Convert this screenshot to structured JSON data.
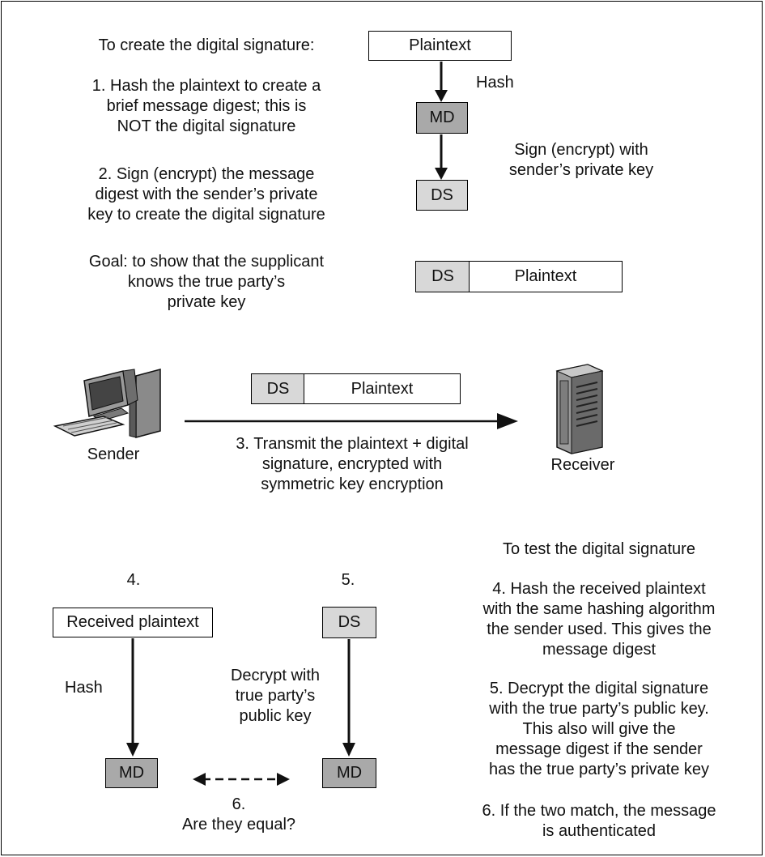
{
  "top": {
    "heading": "To create the digital signature:",
    "step1": [
      "1. Hash the plaintext to create a",
      "brief message digest; this is",
      "NOT the digital signature"
    ],
    "step2": [
      "2. Sign (encrypt) the message",
      "digest with the sender’s private",
      "key to create the digital signature"
    ],
    "goal": [
      "Goal: to show that the supplicant",
      "knows the true party’s",
      "private key"
    ],
    "plaintext_box": "Plaintext",
    "hash_label": "Hash",
    "md_box": "MD",
    "sign_label": [
      "Sign (encrypt) with",
      "sender’s private key"
    ],
    "ds_box": "DS",
    "bundle_ds": "DS",
    "bundle_plaintext": "Plaintext"
  },
  "middle": {
    "bundle_ds": "DS",
    "bundle_plaintext": "Plaintext",
    "sender_label": "Sender",
    "receiver_label": "Receiver",
    "step3": [
      "3. Transmit the plaintext + digital",
      "signature, encrypted with",
      "symmetric key encryption"
    ]
  },
  "bottom": {
    "num4": "4.",
    "num5": "5.",
    "received_box": "Received plaintext",
    "hash_label": "Hash",
    "md_left": "MD",
    "ds_box": "DS",
    "decrypt_label": [
      "Decrypt with",
      "true party’s",
      "public key"
    ],
    "md_right": "MD",
    "step6_num": "6.",
    "step6_q": "Are they equal?",
    "test_heading": "To test the digital signature",
    "test4": [
      "4. Hash the received plaintext",
      "with the same hashing algorithm",
      "the sender used. This gives the",
      "message digest"
    ],
    "test5": [
      "5. Decrypt the digital signature",
      "with the true party’s public key.",
      "This also will give the",
      "message digest if the sender",
      "has the true party’s private key"
    ],
    "test6": [
      "6. If the two match, the message",
      "is authenticated"
    ]
  },
  "colors": {
    "light_box": "#d8d8d8",
    "dark_box": "#a9a9a9"
  }
}
